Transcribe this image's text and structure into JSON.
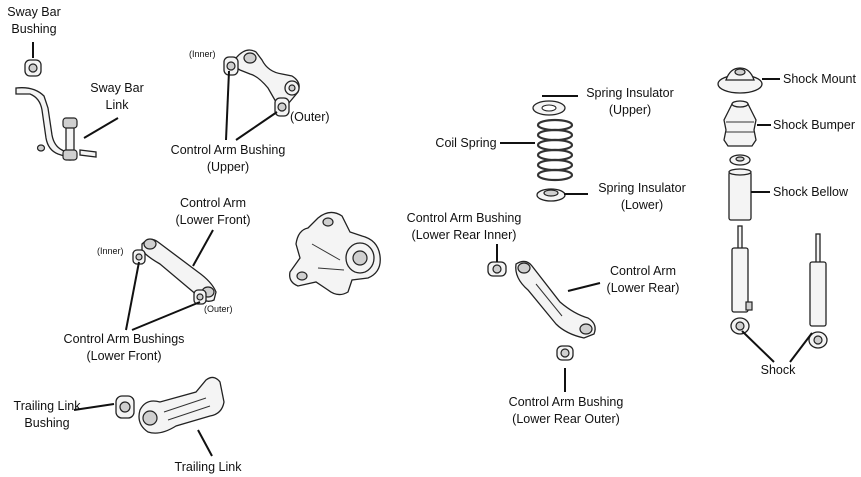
{
  "labels": {
    "sway_bar_bushing": [
      "Sway Bar",
      "Bushing"
    ],
    "sway_bar_link": [
      "Sway Bar",
      "Link"
    ],
    "inner_upper": "(Inner)",
    "outer_upper": "(Outer)",
    "control_arm_bushing_upper": [
      "Control Arm Bushing",
      "(Upper)"
    ],
    "control_arm_lower_front": [
      "Control Arm",
      "(Lower Front)"
    ],
    "inner_lower": "(Inner)",
    "outer_lower": "(Outer)",
    "control_arm_bushings_lower_front": [
      "Control Arm Bushings",
      "(Lower Front)"
    ],
    "trailing_link_bushing": [
      "Trailing Link",
      "Bushing"
    ],
    "trailing_link": "Trailing Link",
    "spring_insulator_upper": [
      "Spring Insulator",
      "(Upper)"
    ],
    "coil_spring": "Coil Spring",
    "spring_insulator_lower": [
      "Spring Insulator",
      "(Lower)"
    ],
    "control_arm_bushing_lower_rear_inner": [
      "Control Arm Bushing",
      "(Lower Rear Inner)"
    ],
    "control_arm_lower_rear": [
      "Control Arm",
      "(Lower Rear)"
    ],
    "control_arm_bushing_lower_rear_outer": [
      "Control Arm Bushing",
      "(Lower Rear Outer)"
    ],
    "shock_mount": "Shock Mount",
    "shock_bumper": "Shock Bumper",
    "shock_bellow": "Shock Bellow",
    "shock": "Shock"
  }
}
